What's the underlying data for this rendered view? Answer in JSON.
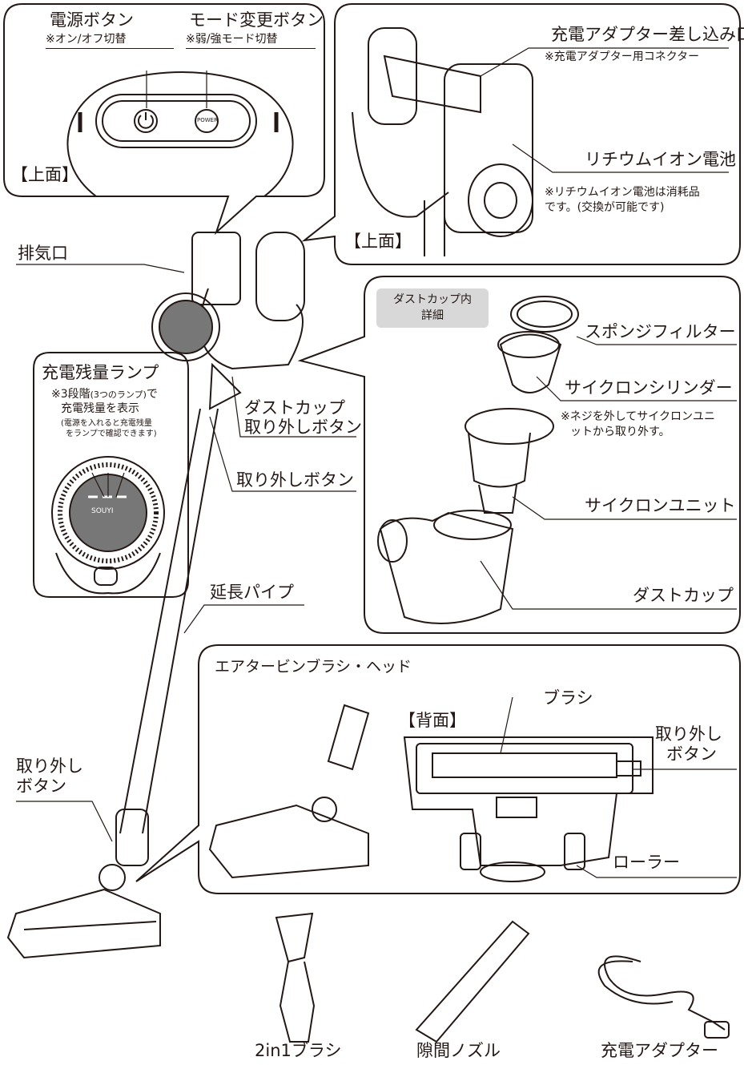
{
  "top_panel": {
    "power_title": "電源ボタン",
    "power_note": "※オン/オフ切替",
    "mode_title": "モード変更ボタン",
    "mode_note": "※弱/強モード切替",
    "power_button_text": "POWER",
    "view_label": "【上面】"
  },
  "top_right_panel": {
    "adapter_port": "充電アダプター差し込み口",
    "adapter_port_note": "※充電アダプター用コネクター",
    "battery": "リチウムイオン電池",
    "battery_note_1": "※リチウムイオン電池は消耗品",
    "battery_note_2": "です。(交換が可能です)",
    "view_label": "【上面】"
  },
  "main_labels": {
    "exhaust": "排気口",
    "dustcup_release_1": "ダストカップ",
    "dustcup_release_2": "取り外しボタン",
    "release_button": "取り外しボタン",
    "extension_pipe": "延長パイプ",
    "release_button_lower_1": "取り外し",
    "release_button_lower_2": "ボタン"
  },
  "battery_lamp_panel": {
    "title": "充電残量ランプ",
    "note_1": "※3段階",
    "note_1_small": "(3つのランプ)",
    "note_1_end": "で",
    "note_2": "充電残量を表示",
    "note_3": "(電源を入れると充電残量",
    "note_4": "をランプで確認できます)",
    "brand": "SOUYI"
  },
  "dustcup_panel": {
    "tag_line_1": "ダストカップ内",
    "tag_line_2": "詳細",
    "sponge_filter": "スポンジフィルター",
    "cyclone_cylinder": "サイクロンシリンダー",
    "cylinder_note_1": "※ネジを外してサイクロンユニ",
    "cylinder_note_2": "ットから取り外す。",
    "cyclone_unit": "サイクロンユニット",
    "dust_cup": "ダストカップ"
  },
  "head_panel": {
    "title": "エアタービンブラシ・ヘッド",
    "back_label": "【背面】",
    "brush": "ブラシ",
    "release_1": "取り外し",
    "release_2": "ボタン",
    "roller": "ローラー"
  },
  "accessories": {
    "brush_2in1": "2in1ブラシ",
    "crevice_nozzle": "隙間ノズル",
    "charger": "充電アダプター"
  }
}
